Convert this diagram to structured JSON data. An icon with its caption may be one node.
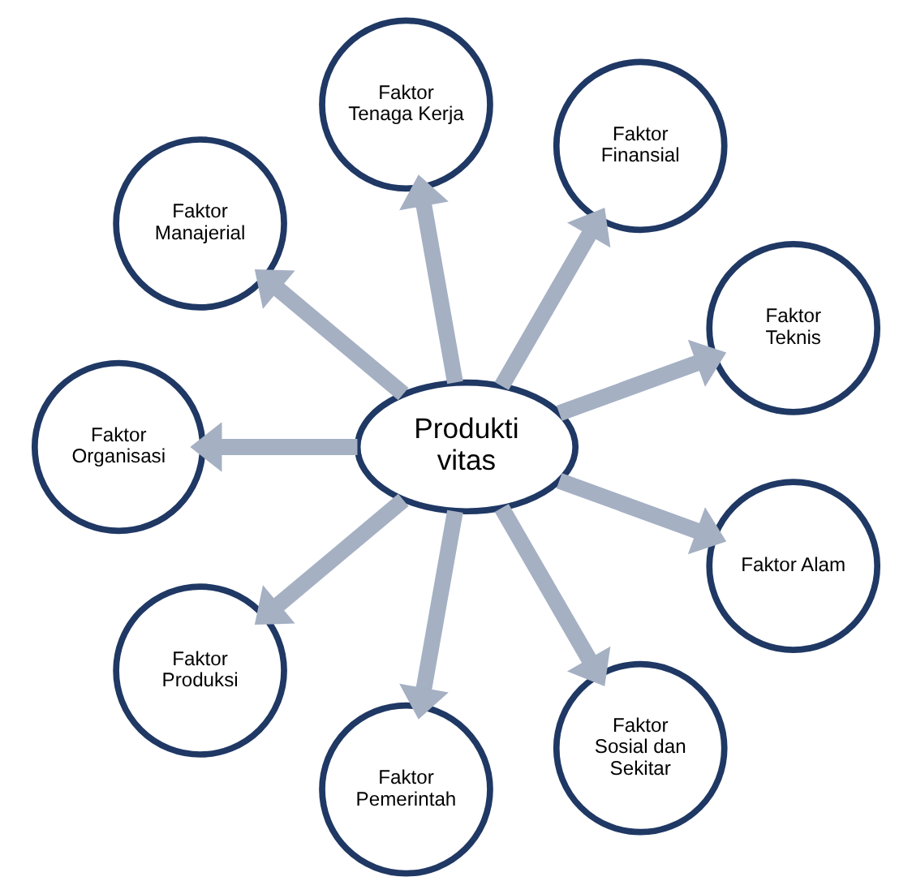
{
  "diagram": {
    "nodes": [
      {
        "text": [
          "Produkti vitas"
        ]
      },
      {
        "text": [
          "Faktor Teknis"
        ]
      },
      {
        "text": [
          "Faktor Finansial"
        ]
      },
      {
        "text": [
          "Faktor Tenaga Kerja"
        ]
      },
      {
        "text": [
          "Faktor Manajerial"
        ]
      },
      {
        "text": [
          "Faktor Organisasi"
        ]
      },
      {
        "text": [
          "Faktor Produksi"
        ]
      },
      {
        "text": [
          "Faktor Pemerintah"
        ]
      },
      {
        "text": [
          "Faktor Sosial dan Sekitar"
        ]
      },
      {
        "text": [
          "Faktor Alam"
        ]
      }
    ],
    "edges": [
      {
        "from": 0,
        "to": 1,
        "arrow": "to"
      },
      {
        "from": 0,
        "to": 2,
        "arrow": "to"
      },
      {
        "from": 0,
        "to": 3,
        "arrow": "to"
      },
      {
        "from": 0,
        "to": 4,
        "arrow": "to"
      },
      {
        "from": 0,
        "to": 5,
        "arrow": "to"
      },
      {
        "from": 0,
        "to": 6,
        "arrow": "to"
      },
      {
        "from": 0,
        "to": 7,
        "arrow": "to"
      },
      {
        "from": 0,
        "to": 8,
        "arrow": "to"
      },
      {
        "from": 0,
        "to": 9,
        "arrow": "to"
      }
    ]
  }
}
